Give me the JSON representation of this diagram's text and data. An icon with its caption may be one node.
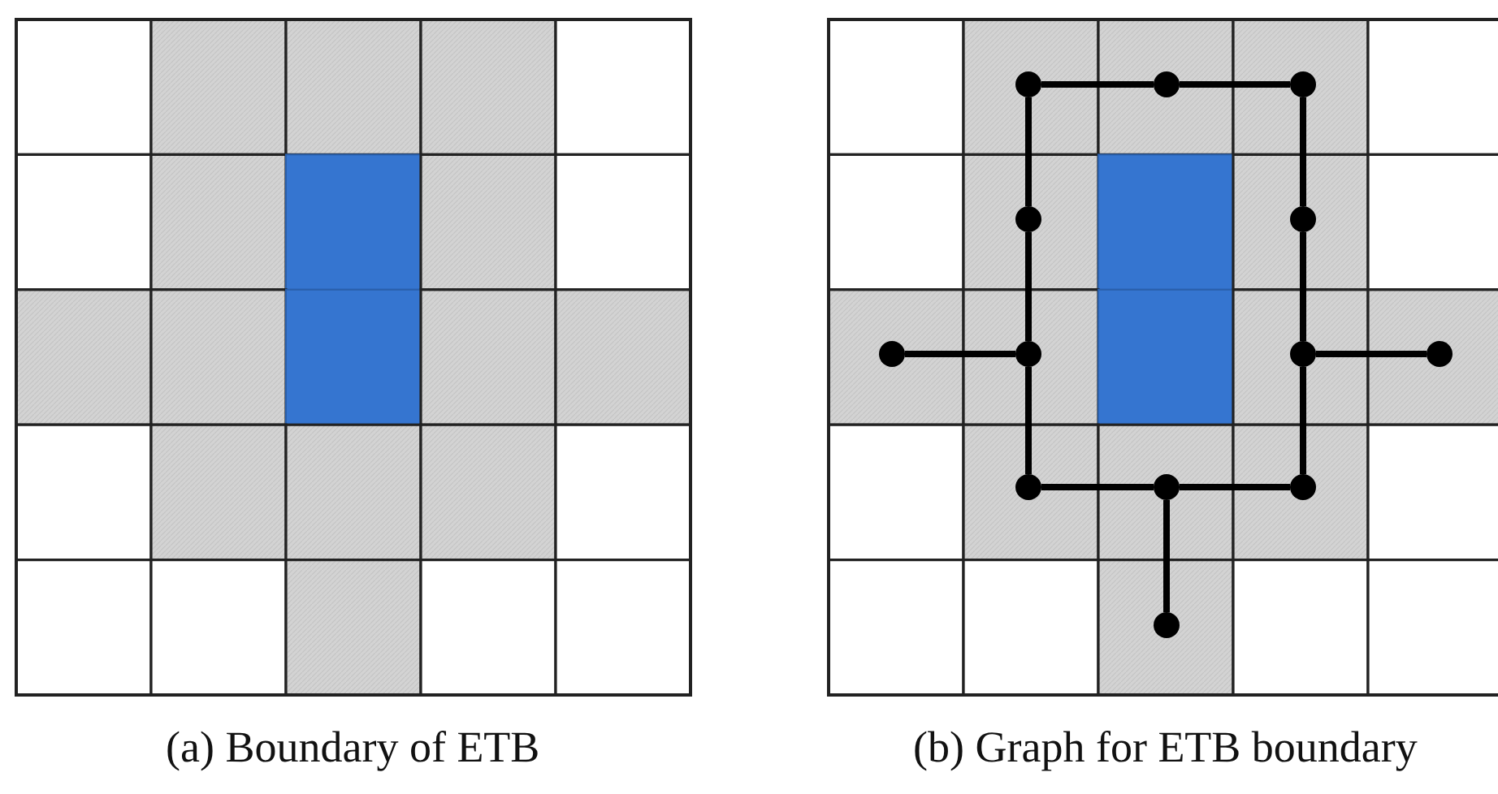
{
  "diagram": {
    "nodes": [
      {
        "text": [],
        "shape": "circle"
      },
      {
        "text": [],
        "shape": "circle"
      },
      {
        "text": [],
        "shape": "circle"
      },
      {
        "text": [],
        "shape": "circle"
      },
      {
        "text": [],
        "shape": "circle"
      },
      {
        "text": [],
        "shape": "circle"
      },
      {
        "text": [],
        "shape": "circle"
      },
      {
        "text": [],
        "shape": "circle"
      },
      {
        "text": [],
        "shape": "circle"
      },
      {
        "text": [],
        "shape": "circle"
      },
      {
        "text": [],
        "shape": "circle"
      },
      {
        "text": [],
        "shape": "circle"
      },
      {
        "text": [],
        "shape": "circle"
      }
    ],
    "edges": [
      {
        "from": 0,
        "to": 1,
        "arrow": "none"
      },
      {
        "from": 1,
        "to": 2,
        "arrow": "none"
      },
      {
        "from": 0,
        "to": 3,
        "arrow": "none"
      },
      {
        "from": 2,
        "to": 4,
        "arrow": "none"
      },
      {
        "from": 3,
        "to": 6,
        "arrow": "none"
      },
      {
        "from": 4,
        "to": 7,
        "arrow": "none"
      },
      {
        "from": 5,
        "to": 6,
        "arrow": "none"
      },
      {
        "from": 7,
        "to": 8,
        "arrow": "none"
      },
      {
        "from": 6,
        "to": 9,
        "arrow": "none"
      },
      {
        "from": 7,
        "to": 11,
        "arrow": "none"
      },
      {
        "from": 9,
        "to": 10,
        "arrow": "none"
      },
      {
        "from": 10,
        "to": 11,
        "arrow": "none"
      },
      {
        "from": 10,
        "to": 12,
        "arrow": "none"
      }
    ],
    "labels": [
      "(a) Boundary of ETB",
      "(b) Graph for ETB boundary"
    ]
  }
}
